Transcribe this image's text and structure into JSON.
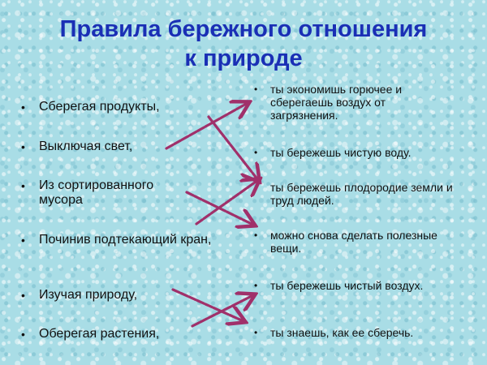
{
  "slide": {
    "title_line1": "Правила бережного отношения",
    "title_line2": "к природе",
    "colors": {
      "title": "#1a2fb5",
      "arrows": "#a0306a",
      "background": "#a9dde6"
    },
    "bullet_symbol": "•",
    "left_items": [
      "Сберегая продукты,",
      "Выключая свет,",
      "Из сортированного мусора",
      "Починив подтекающий кран,",
      "Изучая природу,",
      "Оберегая растения,"
    ],
    "right_items": [
      "ты экономишь горючее и сберегаешь воздух от загрязнения.",
      "ты бережешь чистую воду.",
      "ты бережешь плодородие земли и труд людей.",
      "можно снова сделать полезные вещи.",
      "ты бережешь чистый воздух.",
      "ты знаешь, как ее сберечь."
    ]
  }
}
